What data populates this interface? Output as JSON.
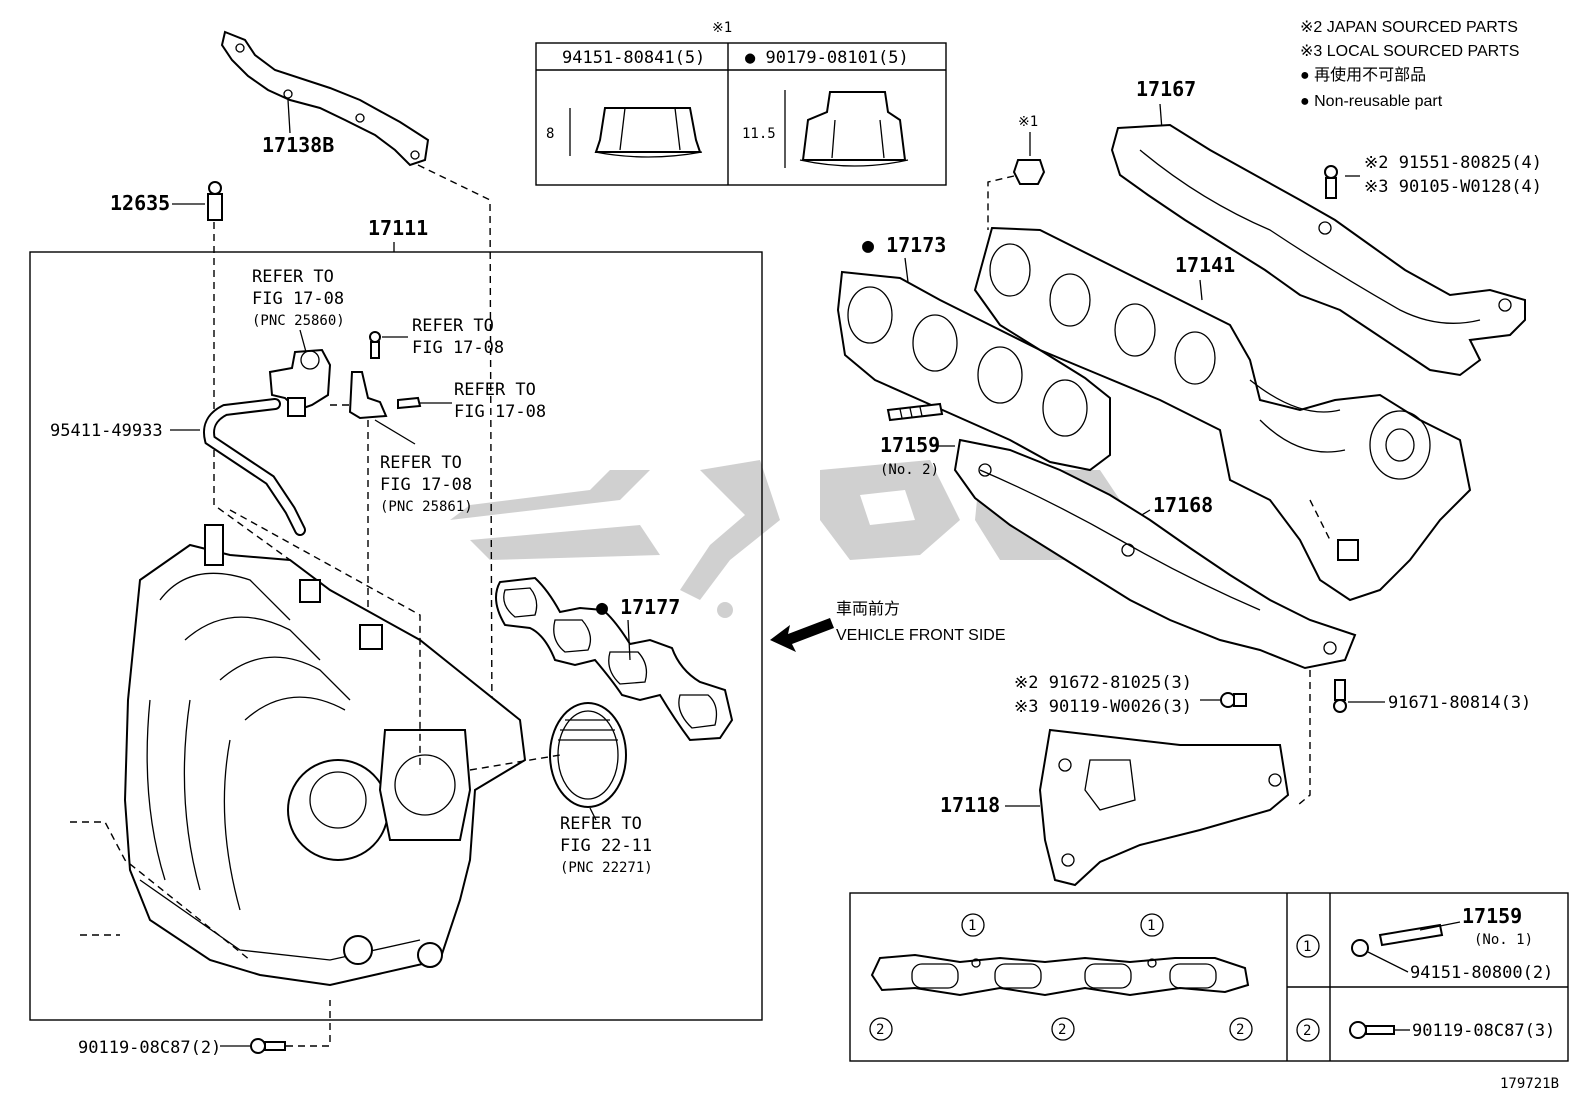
{
  "notes": {
    "n2": "※2 JAPAN SOURCED PARTS",
    "n3": "※3 LOCAL SOURCED PARTS",
    "n4": "● 再使用不可部品",
    "n5": "● Non-reusable part"
  },
  "nut_table": {
    "mark": "※1",
    "col1_part": "94151-80841(5)",
    "col2_part": "● 90179-08101(5)",
    "col1_height": "8",
    "col2_height": "11.5"
  },
  "labels": {
    "p17138B": "17138B",
    "p12635": "12635",
    "p17111": "17111",
    "p17167": "17167",
    "p17173": "● 17173",
    "p17141": "17141",
    "p17159": "17159",
    "p17159_no2": "(No. 2)",
    "p17168": "17168",
    "p17177": "● 17177",
    "p17118": "17118",
    "p95411": "95411-49933",
    "p90119_left": "90119-08C87(2)",
    "p91671": "91671-80814(3)",
    "p91551": "※2 91551-80825(4)",
    "p90105": "※3 90105-W0128(4)",
    "p91672": "※2 91672-81025(3)",
    "p90119w": "※3 90119-W0026(3)",
    "mark1": "※1",
    "diagram_id": "179721B"
  },
  "refs": {
    "r1_l1": "REFER TO",
    "r1_l2": "FIG 17-08",
    "r1_l3": "(PNC 25860)",
    "r2_l1": "REFER TO",
    "r2_l2": "FIG 17-08",
    "r3_l1": "REFER TO",
    "r3_l2": "FIG 17-08",
    "r4_l1": "REFER TO",
    "r4_l2": "FIG 17-08",
    "r4_l3": "(PNC 25861)",
    "r5_l1": "REFER TO",
    "r5_l2": "FIG 22-11",
    "r5_l3": "(PNC 22271)"
  },
  "vehicle_front": {
    "jp": "車両前方",
    "en": "VEHICLE FRONT SIDE"
  },
  "bottom_table": {
    "circle1": "1",
    "circle2": "2",
    "part_17159": "17159",
    "part_17159_no1": "(No. 1)",
    "row1_part": "94151-80800(2)",
    "row2_part": "90119-08C87(3)"
  },
  "colors": {
    "line": "#000000",
    "background": "#ffffff",
    "watermark": "#c8c8c8"
  }
}
